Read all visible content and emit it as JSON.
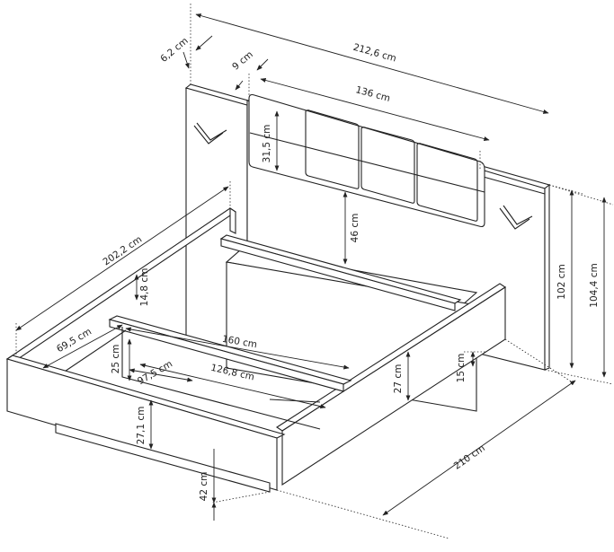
{
  "dimensions": {
    "total_width": "212,6 cm",
    "headboard_depth": "6,2 cm",
    "side_gap": "9 cm",
    "panel_width": "136 cm",
    "panel_height": "31,5 cm",
    "panel_to_frame": "46 cm",
    "headboard_height": "102 cm",
    "total_height": "104,4 cm",
    "frame_length": "202,2 cm",
    "rail_height": "14,8 cm",
    "frame_width": "160 cm",
    "inner_width": "126,8 cm",
    "box_width": "69,5 cm",
    "box_depth": "97,5 cm",
    "box_height": "25 cm",
    "frame_height": "27 cm",
    "side_height": "27,1 cm",
    "shelf_height": "15 cm",
    "total_length": "210 cm",
    "floor_height": "42 cm"
  }
}
